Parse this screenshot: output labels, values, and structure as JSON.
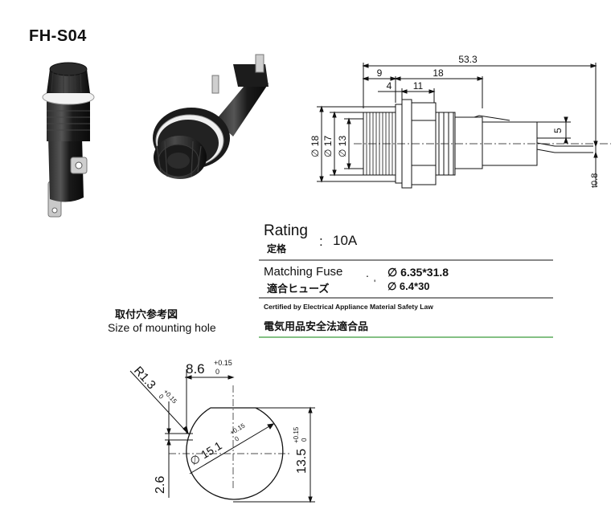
{
  "title": "FH-S04",
  "rating": {
    "label": "Rating",
    "label_jp": "定格",
    "colon": ":",
    "value": "10A"
  },
  "matching_fuse": {
    "label": "Matching Fuse",
    "label_jp": "適合ヒューズ",
    "sep1": ".",
    "sep2": "'",
    "value1": "∅ 6.35*31.8",
    "value2": "∅ 6.4*30"
  },
  "certification": {
    "en": "Certified by Electrical Appliance Material Safety Law",
    "jp": "電気用品安全法適合品"
  },
  "mounting_hole": {
    "label_jp": "取付穴参考図",
    "label_en": "Size of mounting hole"
  },
  "side_drawing": {
    "d_overall": "53.3",
    "d_9": "9",
    "d_18": "18",
    "d_4": "4",
    "d_11": "11",
    "d_5": "5",
    "d_phi18": "∅ 18",
    "d_phi17": "∅ 17",
    "d_phi13": "∅ 13",
    "d_t08": "t0.8"
  },
  "hole_drawing": {
    "d_86": "8.6",
    "d_86_tol_up": "+0.15",
    "d_86_tol_low": "0",
    "d_r13": "R1.3",
    "d_r13_tol_up": "+0.15",
    "d_r13_tol_low": "0",
    "d_151": "∅ 15.1",
    "d_151_tol_up": "+0.15",
    "d_151_tol_low": "0",
    "d_135": "13.5",
    "d_135_tol_up": "+0.15",
    "d_135_tol_low": "0",
    "d_26": "2.6"
  },
  "colors": {
    "ink": "#111111",
    "rule_green": "#3a9a3a",
    "product_body": "#1a1a1a"
  }
}
